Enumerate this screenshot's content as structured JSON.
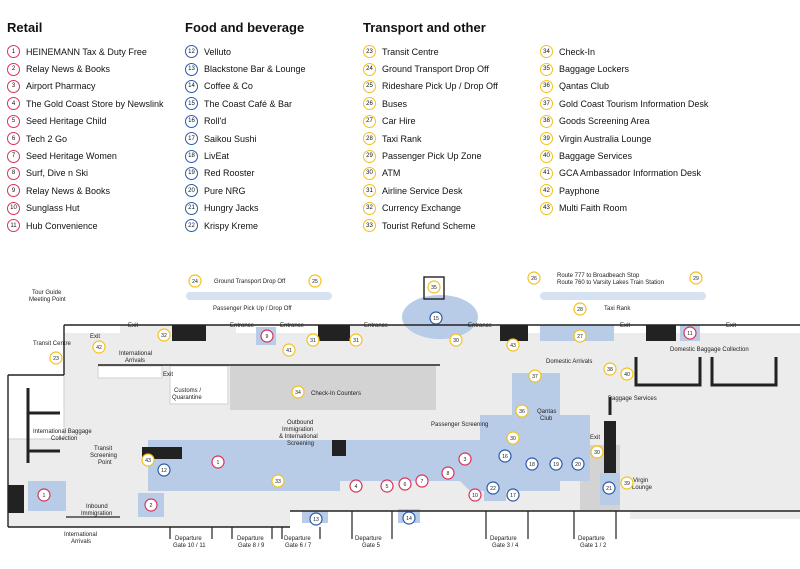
{
  "legend": {
    "retail": {
      "title": "Retail",
      "items": [
        {
          "n": "1",
          "label": "HEINEMANN Tax & Duty Free"
        },
        {
          "n": "2",
          "label": "Relay News & Books"
        },
        {
          "n": "3",
          "label": "Airport Pharmacy"
        },
        {
          "n": "4",
          "label": "The Gold Coast Store by Newslink"
        },
        {
          "n": "5",
          "label": "Seed Heritage Child"
        },
        {
          "n": "6",
          "label": "Tech 2 Go"
        },
        {
          "n": "7",
          "label": "Seed Heritage Women"
        },
        {
          "n": "8",
          "label": "Surf, Dive n Ski"
        },
        {
          "n": "9",
          "label": "Relay News & Books"
        },
        {
          "n": "10",
          "label": "Sunglass Hut"
        },
        {
          "n": "11",
          "label": "Hub Convenience"
        }
      ]
    },
    "food": {
      "title": "Food and beverage",
      "items": [
        {
          "n": "12",
          "label": "Velluto"
        },
        {
          "n": "13",
          "label": "Blackstone Bar & Lounge"
        },
        {
          "n": "14",
          "label": "Coffee & Co"
        },
        {
          "n": "15",
          "label": "The Coast Café & Bar"
        },
        {
          "n": "16",
          "label": "Roll'd"
        },
        {
          "n": "17",
          "label": "Saikou Sushi"
        },
        {
          "n": "18",
          "label": "LivEat"
        },
        {
          "n": "19",
          "label": "Red Rooster"
        },
        {
          "n": "20",
          "label": "Pure NRG"
        },
        {
          "n": "21",
          "label": "Hungry Jacks"
        },
        {
          "n": "22",
          "label": "Krispy Kreme"
        }
      ]
    },
    "transport": {
      "title": "Transport and other",
      "items_a": [
        {
          "n": "23",
          "label": "Transit Centre"
        },
        {
          "n": "24",
          "label": "Ground Transport Drop Off"
        },
        {
          "n": "25",
          "label": "Rideshare Pick Up / Drop Off"
        },
        {
          "n": "26",
          "label": "Buses"
        },
        {
          "n": "27",
          "label": "Car Hire"
        },
        {
          "n": "28",
          "label": "Taxi Rank"
        },
        {
          "n": "29",
          "label": "Passenger Pick Up Zone"
        },
        {
          "n": "30",
          "label": "ATM"
        },
        {
          "n": "31",
          "label": "Airline Service Desk"
        },
        {
          "n": "32",
          "label": "Currency Exchange"
        },
        {
          "n": "33",
          "label": "Tourist Refund Scheme"
        }
      ],
      "items_b": [
        {
          "n": "34",
          "label": "Check-In"
        },
        {
          "n": "35",
          "label": "Baggage Lockers"
        },
        {
          "n": "36",
          "label": "Qantas Club"
        },
        {
          "n": "37",
          "label": "Gold Coast Tourism Information Desk"
        },
        {
          "n": "38",
          "label": "Goods Screening Area"
        },
        {
          "n": "39",
          "label": "Virgin Australia Lounge"
        },
        {
          "n": "40",
          "label": "Baggage Services"
        },
        {
          "n": "41",
          "label": "GCA Ambassador Information Desk"
        },
        {
          "n": "42",
          "label": "Payphone"
        },
        {
          "n": "43",
          "label": "Multi Faith Room"
        }
      ]
    }
  },
  "map": {
    "labels": {
      "ground_drop_off": "Ground Transport Drop Off",
      "route_777": "Route 777 to Broadbeach Stop",
      "route_760": "Route 760 to Varsity Lakes Train Station",
      "tour_guide": "Tour Guide",
      "meeting_point": "Meeting Point",
      "passenger_pickup": "Passenger Pick Up / Drop Off",
      "taxi_rank": "Taxi Rank",
      "exit": "Exit",
      "entrance": "Entrance",
      "transit_centre": "Transit Centre",
      "international_arrivals": "International",
      "arrivals": "Arrivals",
      "customs": "Customs /",
      "quarantine": "Quarantine",
      "check_in_counters": "Check-In Counters",
      "domestic_arrivals": "Domestic Arrivals",
      "domestic_baggage": "Domestic Baggage Collection",
      "baggage_services": "Baggage Services",
      "qantas": "Qantas",
      "club": "Club",
      "international_baggage": "International Baggage",
      "collection": "Collection",
      "passenger_screening": "Passenger Screening",
      "outbound_1": "Outbound",
      "outbound_2": "Immigration",
      "outbound_3": "& International",
      "outbound_4": "Screening",
      "transit_screening_1": "Transit",
      "transit_screening_2": "Screening",
      "transit_screening_3": "Point",
      "inbound_1": "Inbound",
      "inbound_2": "Immigration",
      "virgin": "Virgin",
      "lounge": "Lounge",
      "gate_10_11": "Gate 10 / 11",
      "gate_8_9": "Gate 8 / 9",
      "gate_6_7": "Gate 6 / 7",
      "gate_5": "Gate 5",
      "gate_3_4": "Gate 3 / 4",
      "gate_1_2": "Gate 1 / 2",
      "departure": "Departure"
    }
  },
  "colors": {
    "retail": "#d9325a",
    "food": "#2a5aa8",
    "transport": "#f3c21a",
    "shop_fill": "#b8cce8",
    "floor": "#ececec",
    "dark": "#222222"
  }
}
